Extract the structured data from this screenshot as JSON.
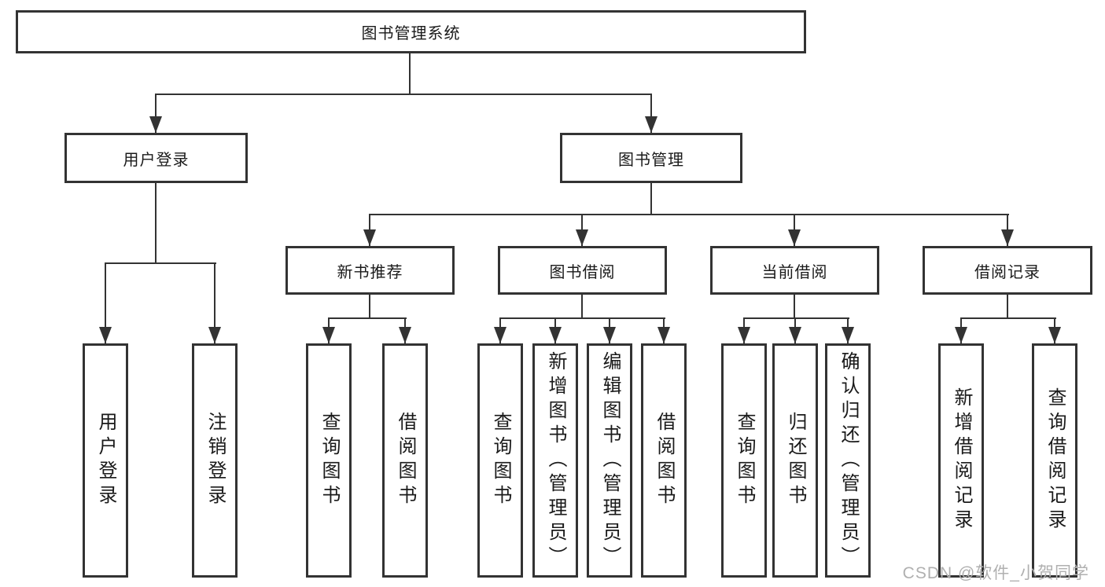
{
  "diagram_title": "图书管理系统",
  "watermark": "CSDN @软件_小贺同学",
  "colors": {
    "line": "#333333",
    "text": "#1a1a1a",
    "watermark": "#b0b0b0",
    "background": "#ffffff"
  },
  "tree": {
    "root": {
      "label": "图书管理系统"
    },
    "branches": [
      {
        "label": "用户登录",
        "leaves": [
          {
            "label": "用户登录"
          },
          {
            "label": "注销登录"
          }
        ]
      },
      {
        "label": "图书管理",
        "groups": [
          {
            "label": "新书推荐",
            "leaves": [
              {
                "label": "查询图书"
              },
              {
                "label": "借阅图书"
              }
            ]
          },
          {
            "label": "图书借阅",
            "leaves": [
              {
                "label": "查询图书"
              },
              {
                "label": "新增图书（管理员）"
              },
              {
                "label": "编辑图书（管理员）"
              },
              {
                "label": "借阅图书"
              }
            ]
          },
          {
            "label": "当前借阅",
            "leaves": [
              {
                "label": "查询图书"
              },
              {
                "label": "归还图书"
              },
              {
                "label": "确认归还（管理员）"
              }
            ]
          },
          {
            "label": "借阅记录",
            "leaves": [
              {
                "label": "新增借阅记录"
              },
              {
                "label": "查询借阅记录"
              }
            ]
          }
        ]
      }
    ]
  }
}
